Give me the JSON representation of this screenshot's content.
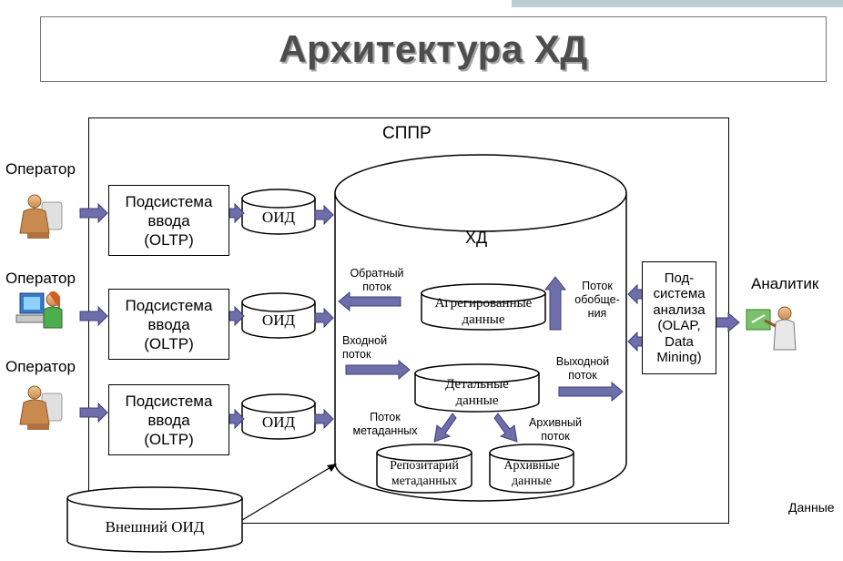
{
  "title": "Архитектура ХД",
  "sppr_label": "СППР",
  "dw_label": "ХД",
  "operators": [
    "Оператор",
    "Оператор",
    "Оператор"
  ],
  "input_subsystem": {
    "line1": "Подсистема",
    "line2": "ввода",
    "line3": "(OLTP)"
  },
  "oid_label": "ОИД",
  "external_oid": "Внешний ОИД",
  "aggregated": {
    "line1": "Агрегированные",
    "line2": "данные"
  },
  "detailed": {
    "line1": "Детальные",
    "line2": "данные"
  },
  "metadata_repo": {
    "line1": "Репозитарий",
    "line2": "метаданных"
  },
  "archive": {
    "line1": "Архивные",
    "line2": "данные"
  },
  "flows": {
    "reverse": {
      "line1": "Обратный",
      "line2": "поток"
    },
    "generalization": {
      "line1": "Поток",
      "line2": "обобще-",
      "line3": "ния"
    },
    "input": {
      "line1": "Входной",
      "line2": "поток"
    },
    "output": {
      "line1": "Выходной",
      "line2": "поток"
    },
    "metadata": {
      "line1": "Поток",
      "line2": "метаданных"
    },
    "archive": {
      "line1": "Архивный",
      "line2": "поток"
    }
  },
  "analysis_subsystem": {
    "line1": "Под-",
    "line2": "система",
    "line3": "анализа",
    "line4": "(OLAP,",
    "line5": "Data",
    "line6": "Mining)"
  },
  "analyst": "Аналитик",
  "footer_text": "Данные",
  "colors": {
    "arrow_fill": "#6e6eaa",
    "arrow_stroke": "#3f3f7a",
    "title_text": "#4d4d4d",
    "top_bar": "#b9cfd3"
  }
}
